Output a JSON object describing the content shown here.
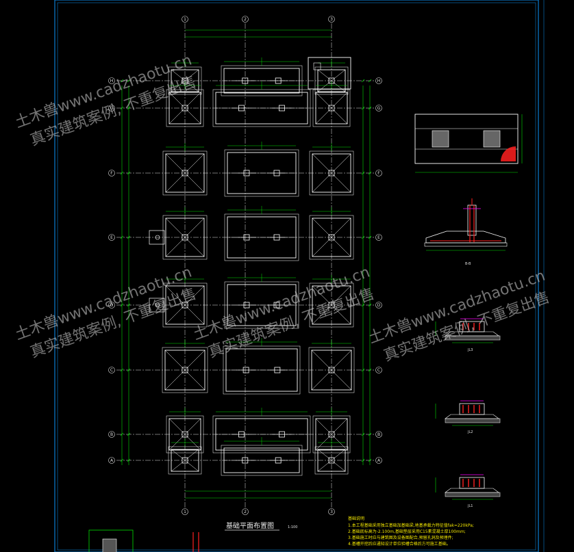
{
  "drawing": {
    "plan_title": "基础平面布置图",
    "plan_scale": "1:100",
    "section_label": "B-B",
    "beam_labels": [
      "JL3",
      "JL2",
      "JL1"
    ],
    "notes_title": "基础说明",
    "notes": [
      "1.本工程基础采用独立基础加基础梁,地基承载力特征值fak=220kPa;",
      "2.基础底标高为-2.100m,基础垫层采用C15素混凝土厚100mm;",
      "3.基础施工时应与建筑图及设备图配合,预留孔洞及预埋件;",
      "4.基槽开挖后应通知设计单位验槽合格后方可施工基础。"
    ]
  },
  "axes": {
    "columns": [
      "1",
      "2",
      "3"
    ],
    "rows": [
      "H",
      "G",
      "F",
      "E",
      "D",
      "C",
      "B",
      "A"
    ]
  },
  "watermark": {
    "line1": "土木兽www.cadzhaotu.cn",
    "line2": "真实建筑案例, 不重复出售"
  },
  "colors": {
    "background": "#000000",
    "frame": "#0a7dd1",
    "footing": "#ffffff",
    "axis": "#e8e8e8",
    "beam": "#00e000",
    "dimension": "#00c8c8",
    "rebar": "#ff2020",
    "stirrup": "#ff00ff",
    "note": "#f2e600"
  }
}
